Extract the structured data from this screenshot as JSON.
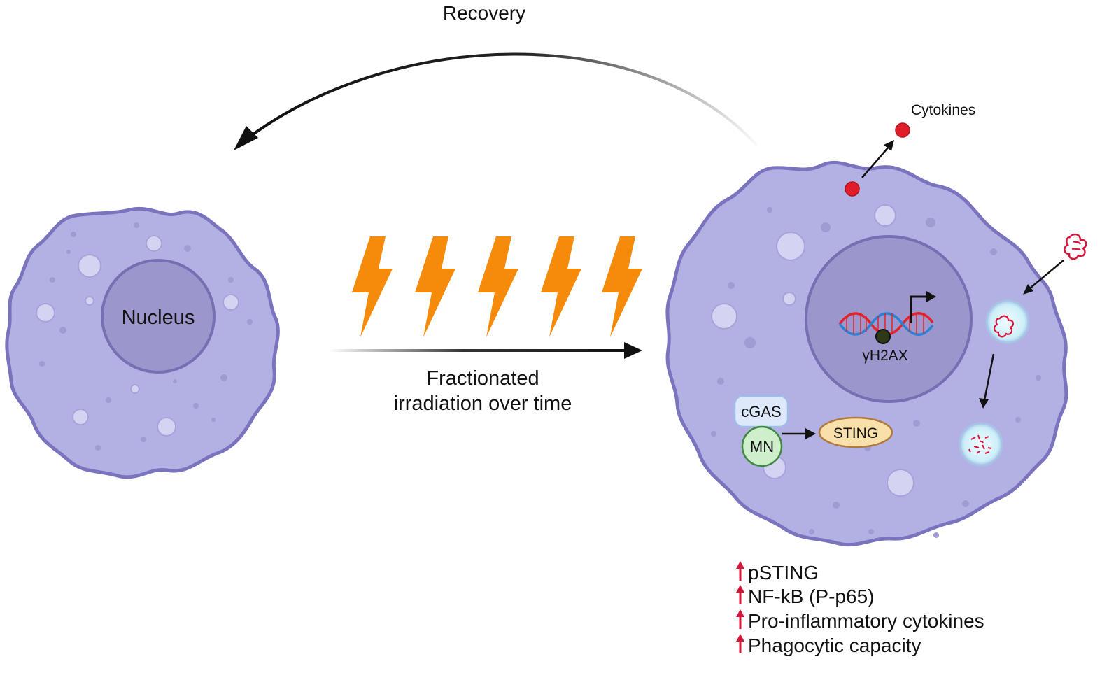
{
  "labels": {
    "recovery": "Recovery",
    "nucleus": "Nucleus",
    "process_line1": "Fractionated",
    "process_line2": "irradiation over time",
    "cytokines": "Cytokines",
    "h2ax": "γH2AX",
    "cgas": "cGAS",
    "mn": "MN",
    "sting": "STING"
  },
  "effects": [
    "pSTING",
    "NF-kB (P-p65)",
    "Pro-inflammatory cytokines",
    "Phagocytic capacity"
  ],
  "colors": {
    "cell_fill": "#b3b1e3",
    "cell_stroke": "#7a74bf",
    "nucleus_fill": "#9b96cc",
    "nucleus_stroke": "#7670b3",
    "bolt": "#f58a0b",
    "arrow": "#111111",
    "up_arrow": "#d8143a",
    "cytokine": "#e01e2a",
    "dna_red": "#e2232a",
    "dna_blue": "#2b7fd4",
    "cgas_fill": "#dde9fb",
    "mn_fill": "#cfeecb",
    "sting_fill": "#f9dfa9",
    "vesicle_fill": "#d7f3fb"
  },
  "icons": [
    "lightning-bolt-icon",
    "up-arrow-icon",
    "dna-helix-icon",
    "transcription-arrow-icon"
  ]
}
